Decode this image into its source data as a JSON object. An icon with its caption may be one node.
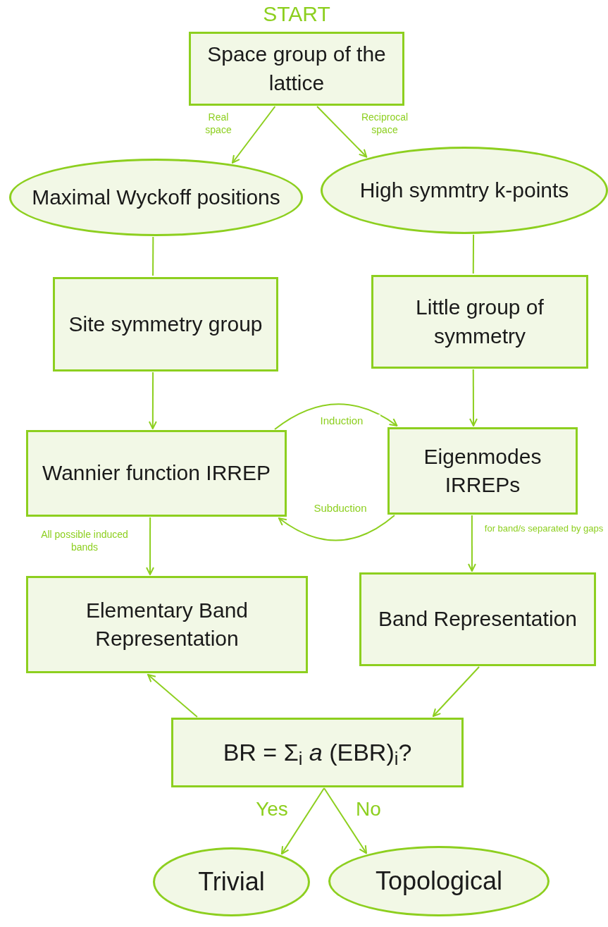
{
  "diagram": {
    "nodes": [
      {
        "text": [
          "Space group of the lattice"
        ],
        "beside": [
          "START"
        ]
      },
      {
        "text": [
          "Maximal Wyckoff positions"
        ]
      },
      {
        "text": [
          "High symmtry k-points"
        ]
      },
      {
        "text": [
          "Site symmetry group"
        ]
      },
      {
        "text": [
          "Little group of symmetry"
        ]
      },
      {
        "text": [
          "Wannier function IRREP"
        ]
      },
      {
        "text": [
          "Eigenmodes IRREPs"
        ]
      },
      {
        "text": [
          "Elementary Band Representation"
        ]
      },
      {
        "text": [
          "Band Representation"
        ]
      },
      {
        "text": [
          "BR = Σ$_{i}$ *a* (EBR)$_{i}$?"
        ]
      },
      {
        "text": [
          "Trivial"
        ]
      },
      {
        "text": [
          "Topological"
        ]
      }
    ],
    "edges": [
      {
        "from": 0,
        "to": 1,
        "arrow": "to",
        "label": "Real space"
      },
      {
        "from": 0,
        "to": 2,
        "arrow": "to",
        "label": "Reciprocal space"
      },
      {
        "from": 1,
        "to": 3,
        "arrow": "none"
      },
      {
        "from": 2,
        "to": 4,
        "arrow": "none"
      },
      {
        "from": 3,
        "to": 5,
        "arrow": "to"
      },
      {
        "from": 4,
        "to": 6,
        "arrow": "to"
      },
      {
        "from": 5,
        "to": 6,
        "arrow": "to",
        "label": "Induction"
      },
      {
        "from": 6,
        "to": 5,
        "arrow": "to",
        "label": "Subduction"
      },
      {
        "from": 5,
        "to": 7,
        "arrow": "to",
        "label": "All possible induced bands"
      },
      {
        "from": 6,
        "to": 8,
        "arrow": "to",
        "label": "for band/s separated by gaps"
      },
      {
        "from": 9,
        "to": 7,
        "arrow": "to"
      },
      {
        "from": 8,
        "to": 9,
        "arrow": "to"
      },
      {
        "from": 9,
        "to": 10,
        "arrow": "to",
        "label": "Yes"
      },
      {
        "from": 9,
        "to": 11,
        "arrow": "to",
        "label": "No"
      }
    ]
  }
}
